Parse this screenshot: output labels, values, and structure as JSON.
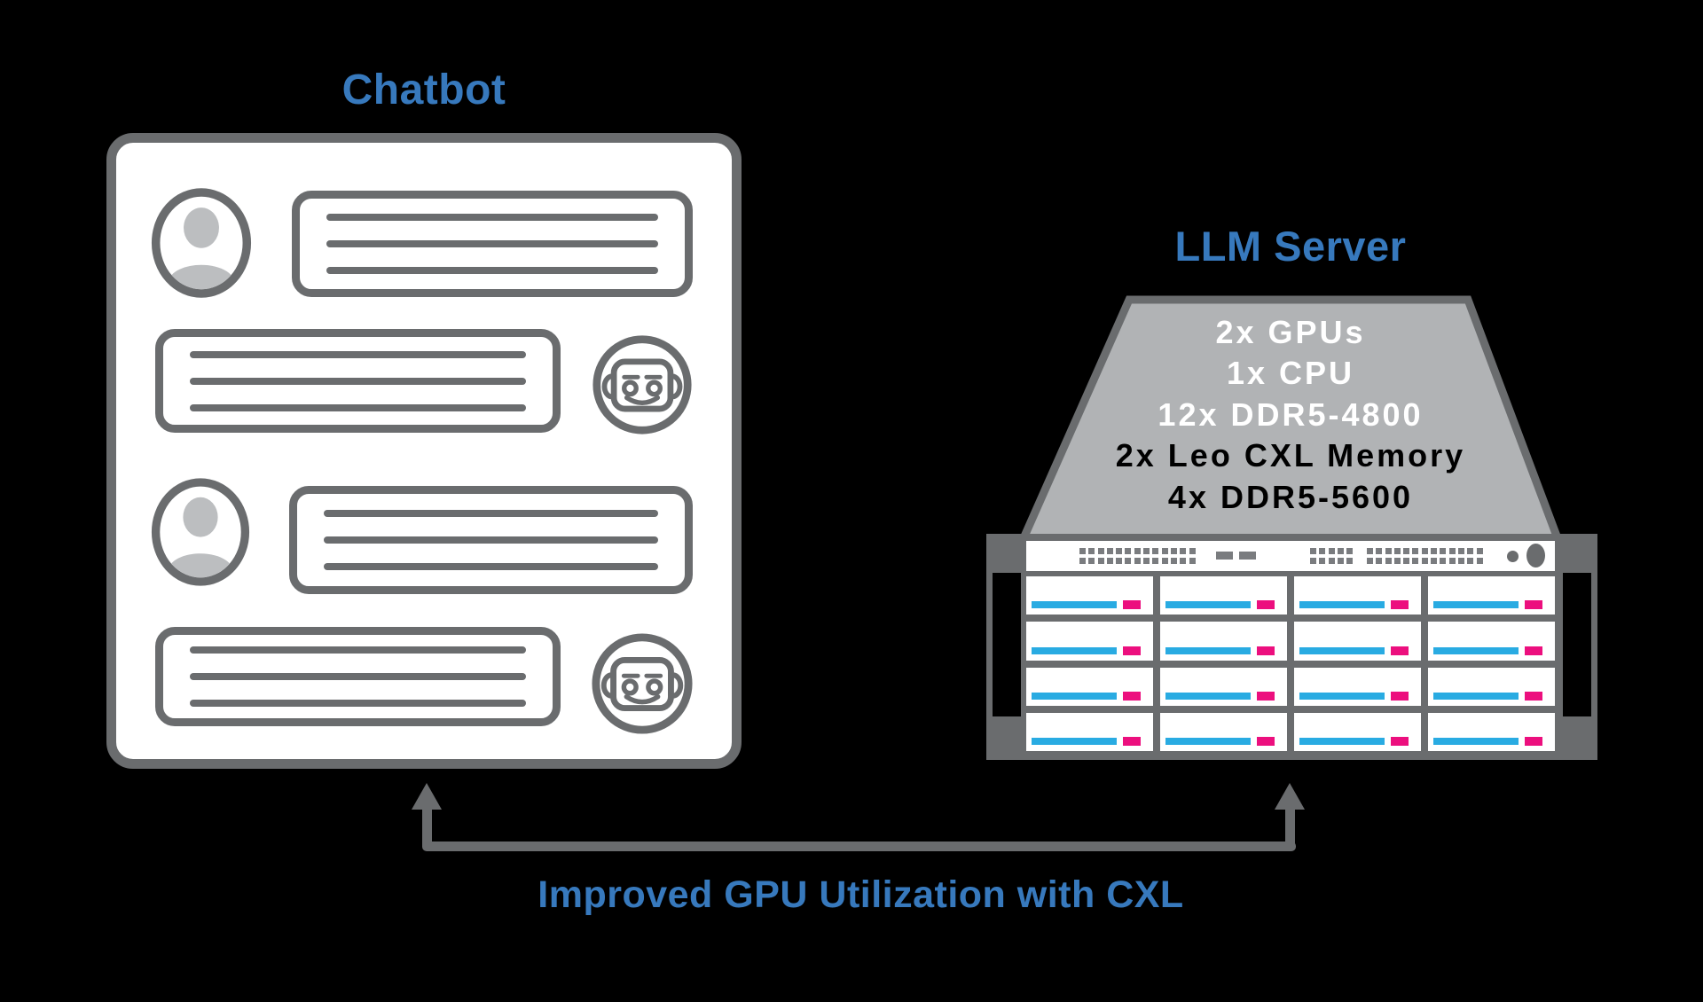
{
  "diagram": {
    "chatbot": {
      "title": "Chatbot",
      "rows": [
        {
          "speaker": "user",
          "bubble_lines": 3
        },
        {
          "speaker": "bot",
          "bubble_lines": 3
        },
        {
          "speaker": "user",
          "bubble_lines": 3
        },
        {
          "speaker": "bot",
          "bubble_lines": 3
        }
      ]
    },
    "server": {
      "title": "LLM Server",
      "specs": [
        {
          "label": "2x GPUs",
          "text_color": "#FFFFFF"
        },
        {
          "label": "1x CPU",
          "text_color": "#FFFFFF"
        },
        {
          "label": "12x DDR5-4800",
          "text_color": "#FFFFFF"
        },
        {
          "label": "2x Leo CXL Memory",
          "text_color": "#000000"
        },
        {
          "label": "4x DDR5-5600",
          "text_color": "#000000"
        }
      ],
      "drive_grid": {
        "rows": 4,
        "cols": 4
      },
      "front_panel": {
        "vent_groups": [
          13,
          5,
          13
        ],
        "vent_rows": 2,
        "dash_count": 2,
        "led_count": 2
      }
    },
    "caption": "Improved GPU Utilization with CXL",
    "colors": {
      "accent_blue": "#3779BD",
      "outline_gray": "#6A6C6E",
      "trapezoid_fill": "#B1B3B5",
      "avatar_fill": "#BCBEC0",
      "drive_cyan": "#29ABE2",
      "drive_magenta": "#EC0F7E",
      "background": "#000000"
    }
  }
}
